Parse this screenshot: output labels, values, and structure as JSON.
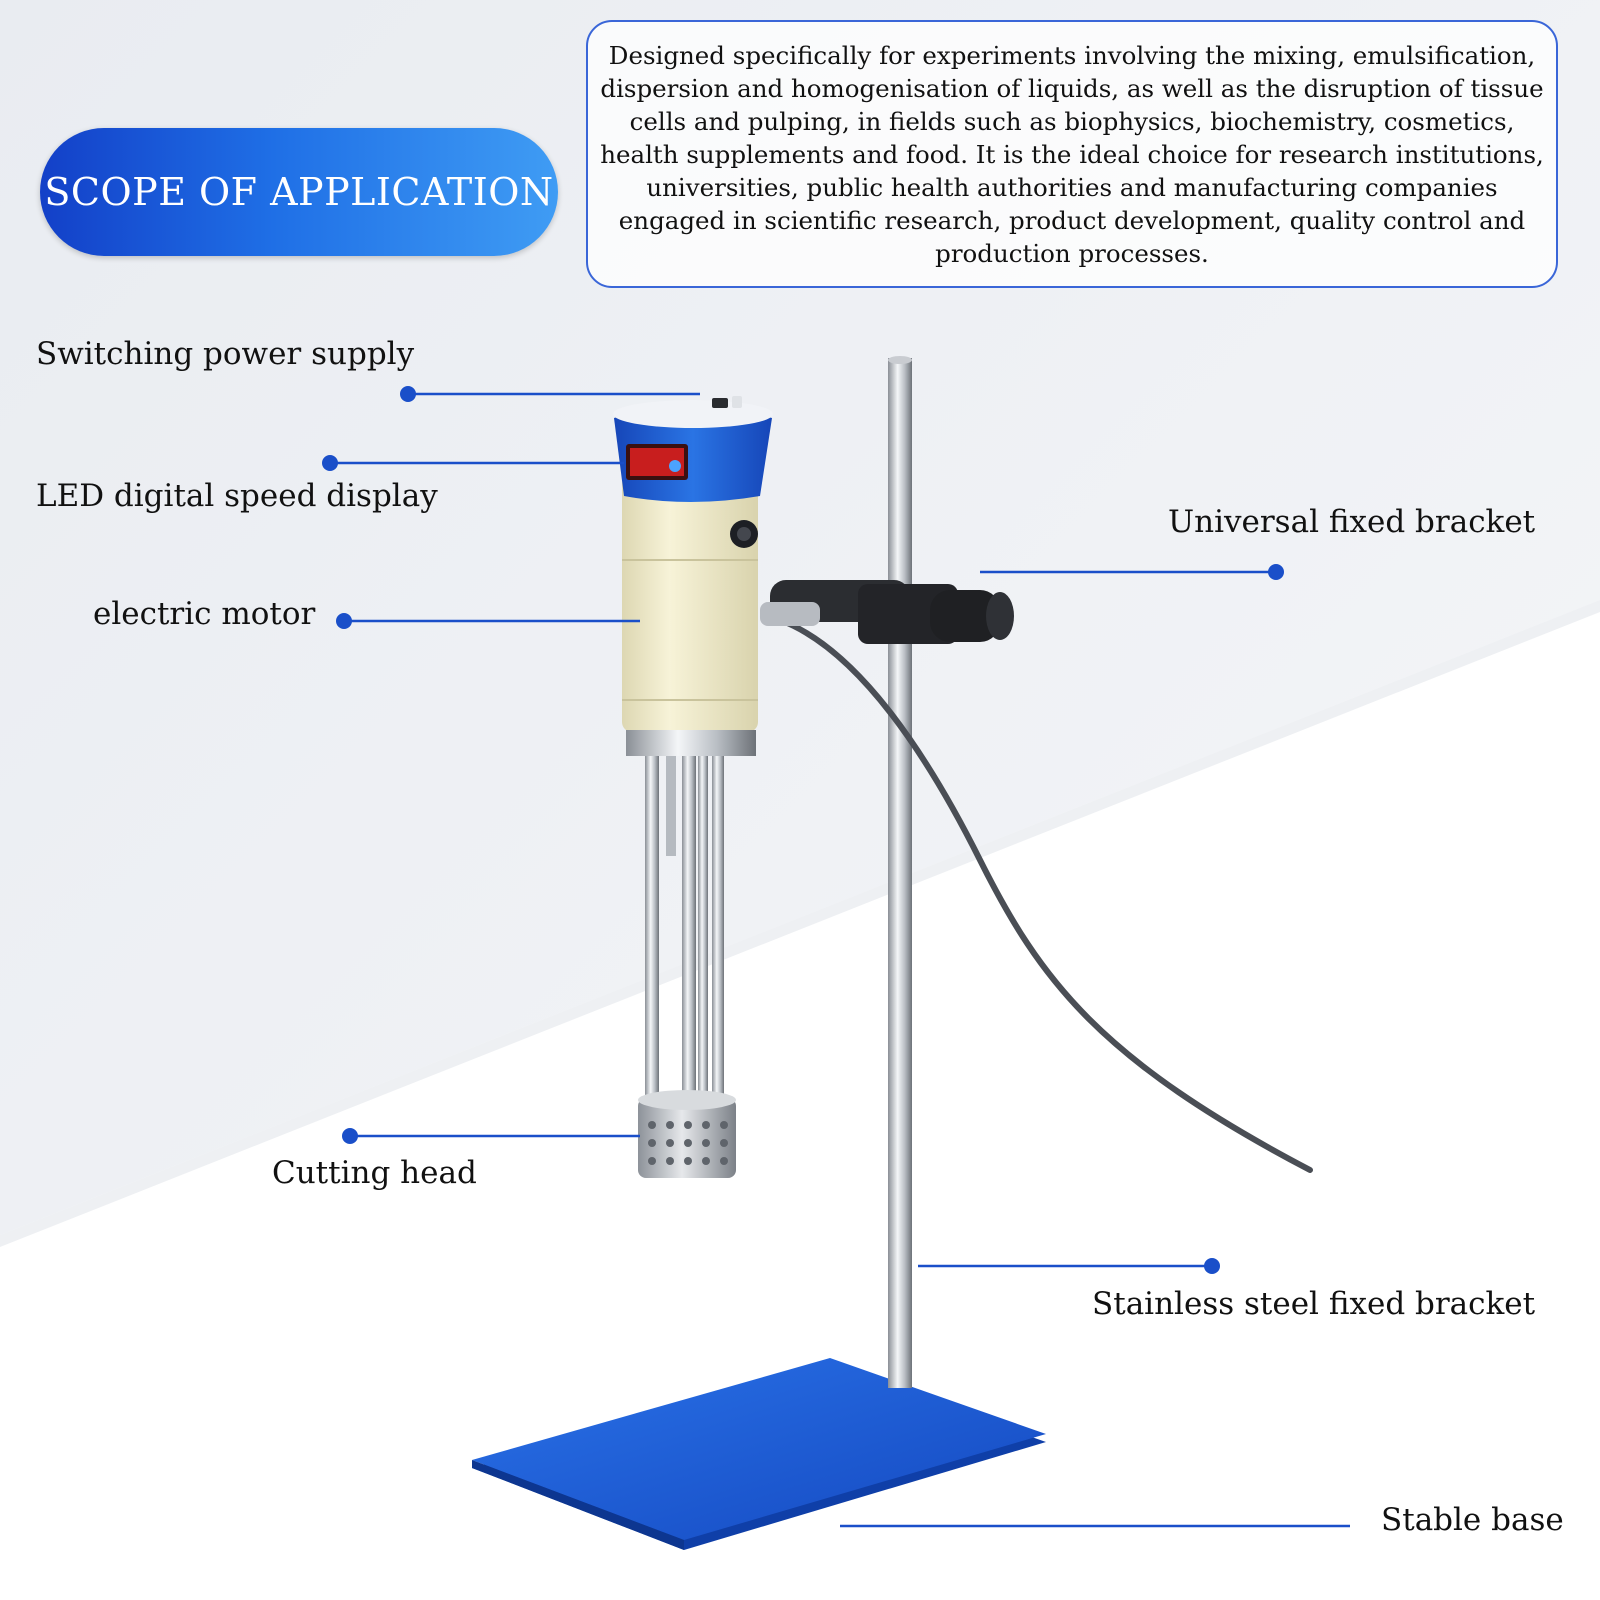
{
  "header": {
    "badge": "SCOPE OF APPLICATION",
    "description": "Designed specifically for experiments involving the mixing, emulsification, dispersion and homogenisation of liquids, as well as the disruption of tissue cells and pulping, in fields such as biophysics, biochemistry, cosmetics, health supplements and food. It is the ideal choice for research institutions, universities, public health authorities and manufacturing companies engaged in scientific research, product development, quality control and production processes."
  },
  "labels": {
    "switching_power_supply": "Switching power supply",
    "led_display": "LED digital speed display",
    "electric_motor": "electric motor",
    "cutting_head": "Cutting head",
    "universal_bracket": "Universal fixed bracket",
    "stainless_bracket": "Stainless steel fixed bracket",
    "stable_base": "Stable base"
  },
  "colors": {
    "accent": "#1a4fc9",
    "base_plate": "#1d5fd6",
    "motor_body": "#f1ecc9",
    "motor_cap": "#1c5ccf",
    "display_red": "#d61f1f"
  }
}
